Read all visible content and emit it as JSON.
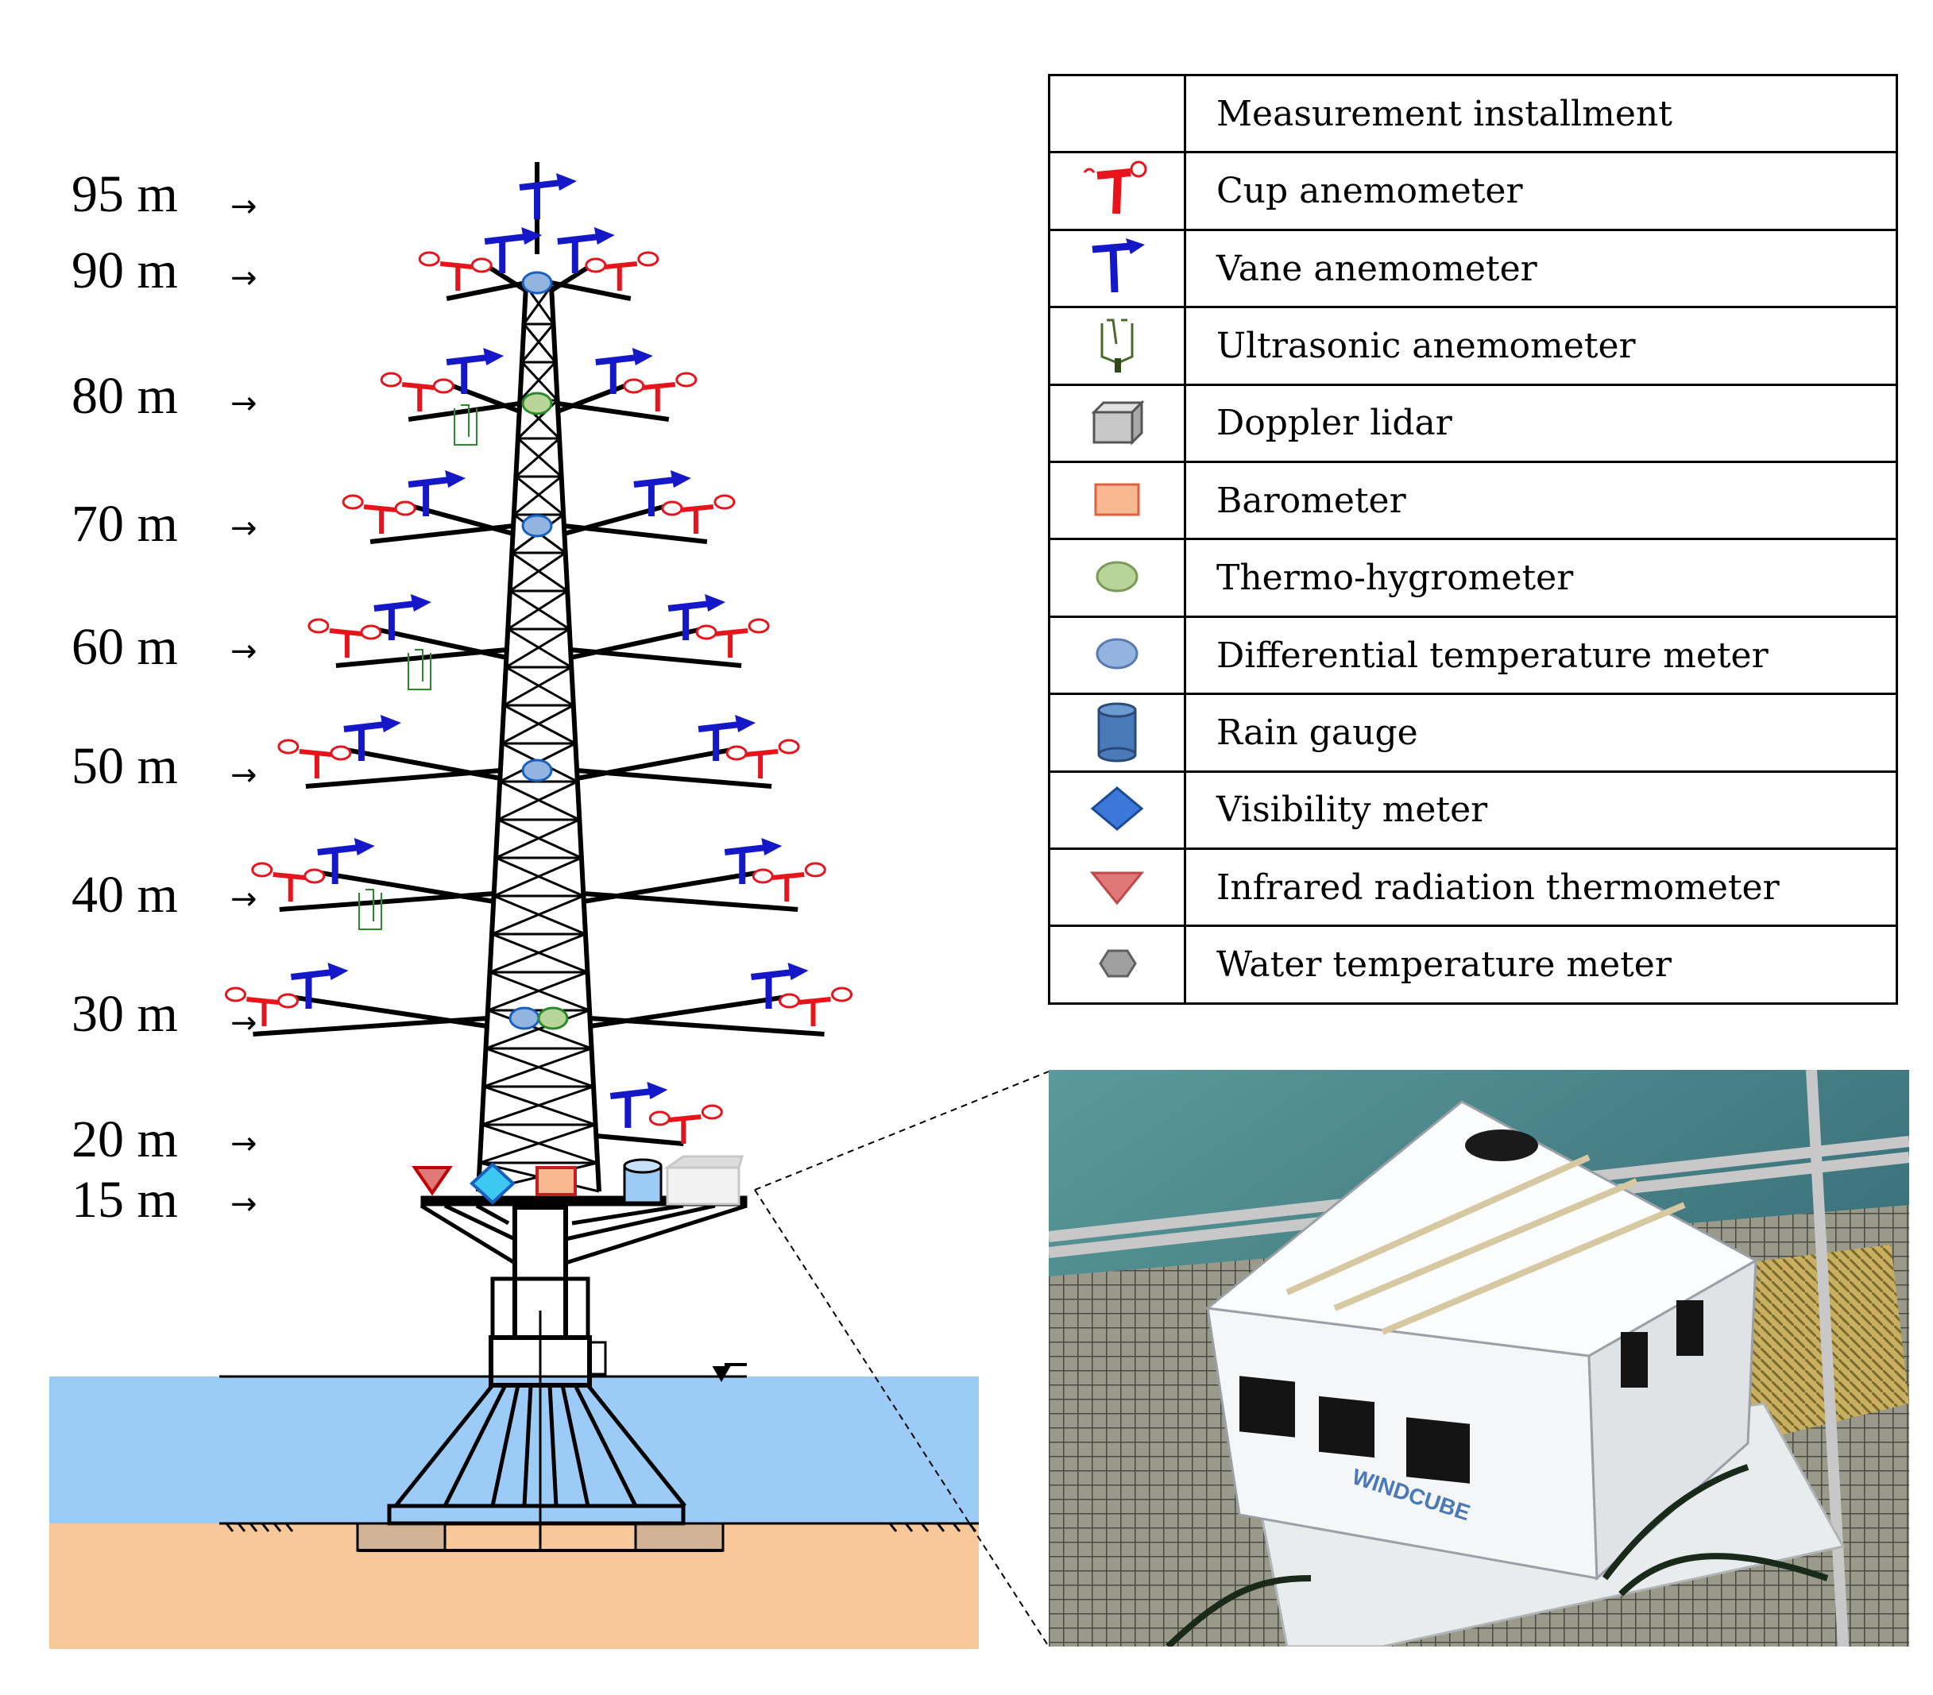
{
  "heights": [
    {
      "label": "95 m",
      "arrow": "→"
    },
    {
      "label": "90 m",
      "arrow": "→"
    },
    {
      "label": "80 m",
      "arrow": "→"
    },
    {
      "label": "70 m",
      "arrow": "→"
    },
    {
      "label": "60 m",
      "arrow": "→"
    },
    {
      "label": "50 m",
      "arrow": "→"
    },
    {
      "label": "40 m",
      "arrow": "→"
    },
    {
      "label": "30 m",
      "arrow": "→"
    },
    {
      "label": "20 m",
      "arrow": "→"
    },
    {
      "label": "15 m",
      "arrow": "→"
    }
  ],
  "legend": {
    "header": "Measurement installment",
    "items": [
      {
        "label": "Cup anemometer",
        "icon": "cup-anemometer-icon",
        "color": "#e8141c"
      },
      {
        "label": "Vane anemometer",
        "icon": "vane-anemometer-icon",
        "color": "#1418c8"
      },
      {
        "label": "Ultrasonic anemometer",
        "icon": "ultrasonic-anemometer-icon",
        "color": "#4a6a2a"
      },
      {
        "label": "Doppler lidar",
        "icon": "doppler-lidar-icon",
        "color": "#c8c8c8"
      },
      {
        "label": "Barometer",
        "icon": "barometer-icon",
        "color": "#f8b890"
      },
      {
        "label": "Thermo-hygrometer",
        "icon": "thermo-hygrometer-icon",
        "color": "#b8d498"
      },
      {
        "label": "Differential temperature meter",
        "icon": "differential-temperature-meter-icon",
        "color": "#94b4e0"
      },
      {
        "label": "Rain gauge",
        "icon": "rain-gauge-icon",
        "color": "#4a7ab8"
      },
      {
        "label": "Visibility meter",
        "icon": "visibility-meter-icon",
        "color": "#3c78d8"
      },
      {
        "label": "Infrared radiation thermometer",
        "icon": "infrared-radiation-thermometer-icon",
        "color": "#e07878"
      },
      {
        "label": "Water temperature meter",
        "icon": "water-temperature-meter-icon",
        "color": "#a0a0a0"
      }
    ]
  },
  "photo": {
    "brand_text": "WINDCUBE"
  },
  "colors": {
    "water": "#9ccbf8",
    "seabed": "#f8c89a"
  }
}
